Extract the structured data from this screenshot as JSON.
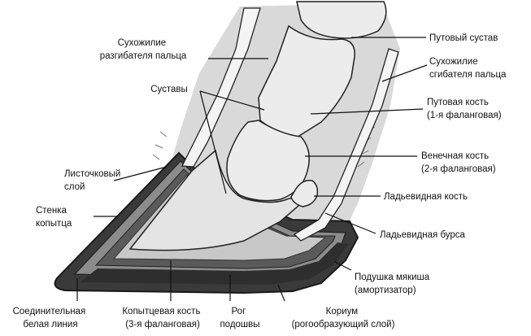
{
  "labels": {
    "extensor_tendon": [
      "Сухожилие",
      "разгибателя пальца"
    ],
    "joints": [
      "Суставы"
    ],
    "laminar_layer": [
      "Листочковый",
      "слой"
    ],
    "hoof_wall": [
      "Стенка",
      "копытца"
    ],
    "white_line": [
      "Соединительная",
      "белая линия"
    ],
    "coffin_bone": [
      "Копытцевая кость",
      "(3-я фаланговая)"
    ],
    "sole_horn": [
      "Рог",
      "подошвы"
    ],
    "corium": [
      "Кориум",
      "(рогообразующий слой)"
    ],
    "digital_cushion": [
      "Подушка мякиша",
      "(амортизатор)"
    ],
    "navicular_bursa": [
      "Ладьевидная бурса"
    ],
    "navicular_bone": [
      "Ладьевидная кость"
    ],
    "short_pastern": [
      "Венечная кость",
      "(2-я фаланговая)"
    ],
    "long_pastern": [
      "Путовая кость",
      "(1-я фаланговая)"
    ],
    "flexor_tendon": [
      "Сухожилие",
      "сгибателя пальца"
    ],
    "fetlock_joint": [
      "Путовый сустав"
    ]
  },
  "colors": {
    "hoof_wall": "#3a3a3a",
    "laminae": "#8c8c8c",
    "corium": "#5a5a5a",
    "tissue": "#c8c8c8",
    "bone": "#ececec",
    "sole": "#7a7a7a",
    "hair": "#9a9a9a"
  }
}
